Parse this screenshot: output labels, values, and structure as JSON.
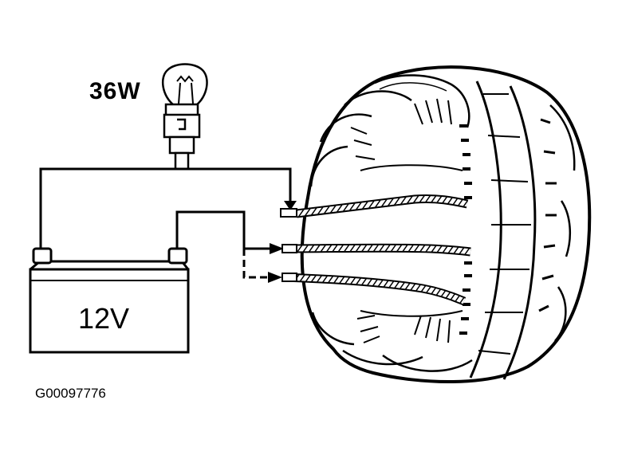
{
  "labels": {
    "lamp_wattage": "36W",
    "battery_voltage": "12V",
    "figure_id": "G00097776"
  },
  "colors": {
    "ink": "#000000",
    "paper": "#ffffff"
  }
}
